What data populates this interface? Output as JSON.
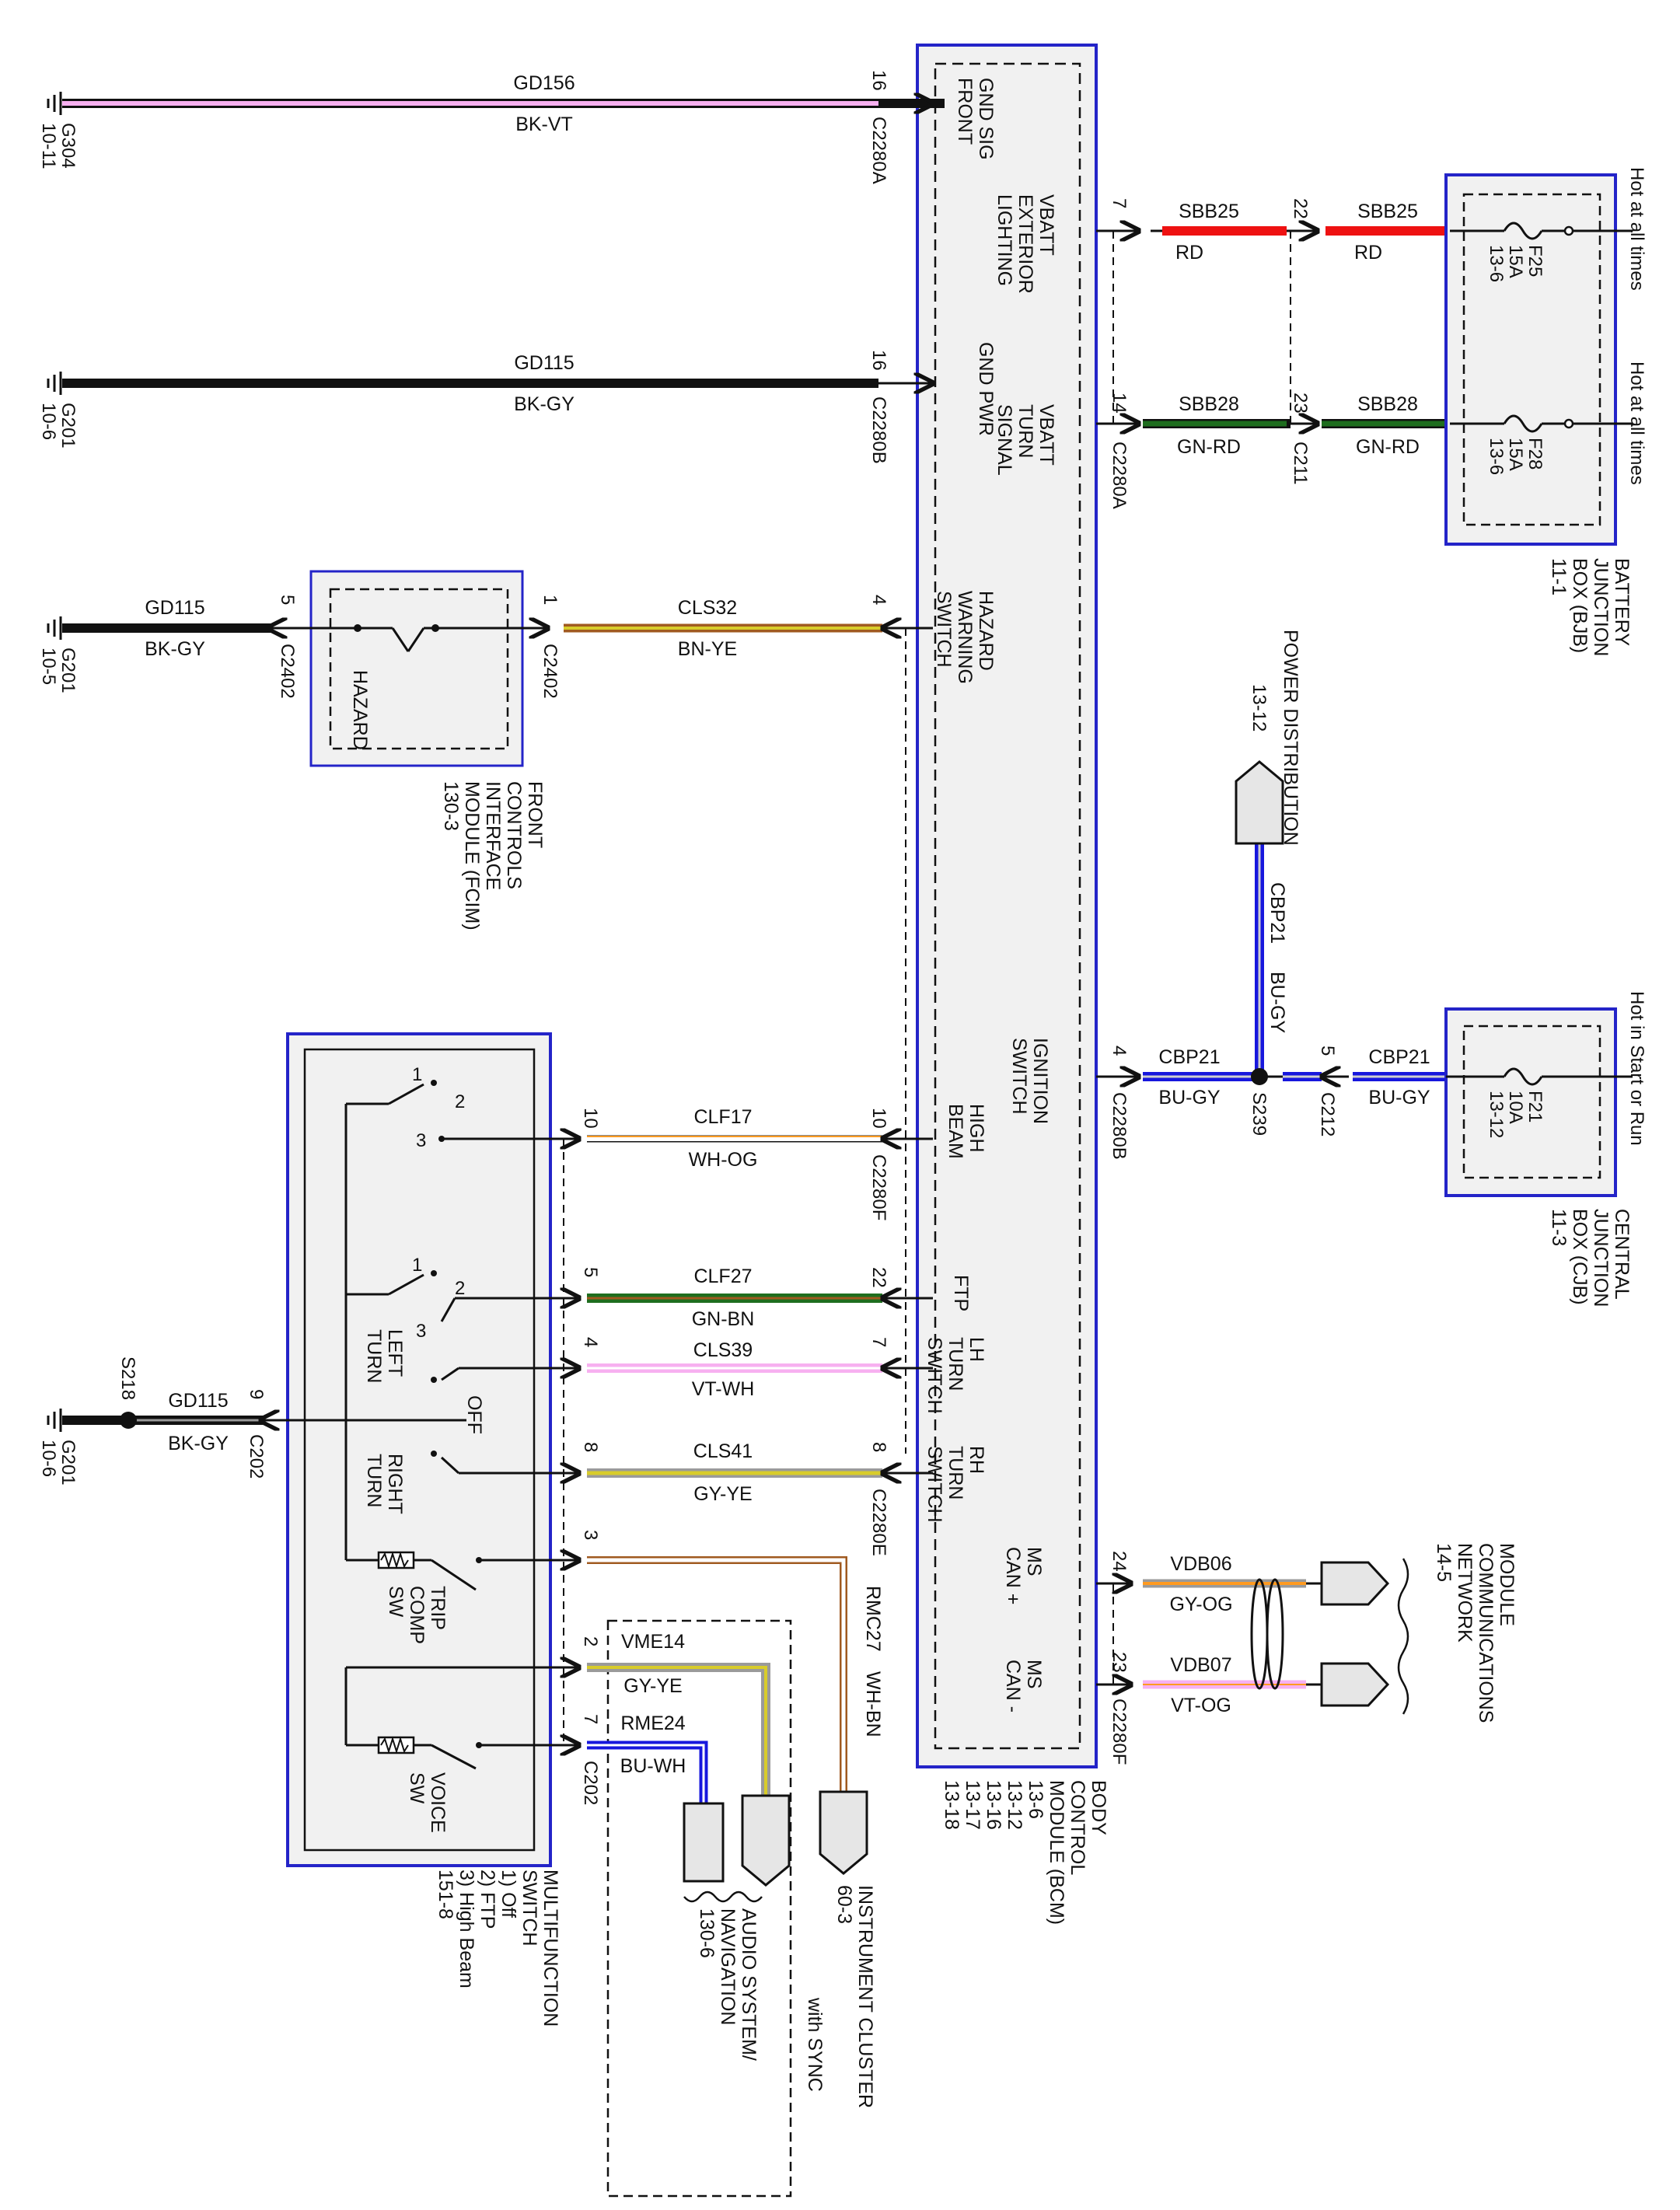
{
  "colors": {
    "module_border": "#2424c8",
    "module_fill": "#f1f1f1",
    "wire_black": "#101010",
    "wire_pink": "#f7b0f0",
    "wire_red": "#ee1111",
    "wire_green": "#1f6e1f",
    "wire_orange": "#ff9a20",
    "wire_blue": "#1717dd",
    "wire_gray": "#9a9a9a",
    "wire_yellow": "#d8cc2a",
    "wire_brown": "#a05a20",
    "wire_white": "#ffffff"
  },
  "wires": {
    "gd156": {
      "id": "GD156",
      "color": "BK-VT"
    },
    "gd115_top": {
      "id": "GD115",
      "color": "BK-GY"
    },
    "gd115_fcim": {
      "id": "GD115",
      "color": "BK-GY"
    },
    "gd115_mfs": {
      "id": "GD115",
      "color": "BK-GY"
    },
    "cls32": {
      "id": "CLS32",
      "color": "BN-YE"
    },
    "sbb25_a": {
      "id": "SBB25",
      "color": "RD"
    },
    "sbb25_b": {
      "id": "SBB25",
      "color": "RD"
    },
    "sbb28_a": {
      "id": "SBB28",
      "color": "GN-RD"
    },
    "sbb28_b": {
      "id": "SBB28",
      "color": "GN-RD"
    },
    "cbp21_a": {
      "id": "CBP21",
      "color": "BU-GY"
    },
    "cbp21_b": {
      "id": "CBP21",
      "color": "BU-GY"
    },
    "cbp21_v": {
      "id": "CBP21",
      "color": "BU-GY"
    },
    "clf17": {
      "id": "CLF17",
      "color": "WH-OG"
    },
    "clf27": {
      "id": "CLF27",
      "color": "GN-BN"
    },
    "cls39": {
      "id": "CLS39",
      "color": "VT-WH"
    },
    "cls41": {
      "id": "CLS41",
      "color": "GY-YE"
    },
    "rmc27": {
      "id": "RMC27",
      "color": "WH-BN"
    },
    "vme14": {
      "id": "VME14",
      "color": "GY-YE"
    },
    "rme24": {
      "id": "RME24",
      "color": "BU-WH"
    },
    "vdb06": {
      "id": "VDB06",
      "color": "GY-OG"
    },
    "vdb07": {
      "id": "VDB07",
      "color": "VT-OG"
    }
  },
  "grounds": {
    "g304": {
      "name": "G304",
      "page": "10-11"
    },
    "g201_top": {
      "name": "G201",
      "page": "10-6"
    },
    "g201_fcim": {
      "name": "G201",
      "page": "10-5"
    },
    "g201_mfs": {
      "name": "G201",
      "page": "10-6"
    }
  },
  "connectors": {
    "c2280a_top": "C2280A",
    "c2280b_top": "C2280B",
    "c2280a_right": "C2280A",
    "c211": "C211",
    "c2402_left": "C2402",
    "c2402_right": "C2402",
    "c2280b_ign": "C2280B",
    "c212": "C212",
    "c2280f_hb": "C2280F",
    "c2280e": "C2280E",
    "c2280f_can": "C2280F",
    "c202_gnd": "C202",
    "c202_sw": "C202"
  },
  "pins": {
    "gd156": "16",
    "gd115_top": "16",
    "sbb25_bcm": "7",
    "sbb25_c211": "22",
    "sbb28_bcm": "14",
    "sbb28_c211": "23",
    "fcim_c2402_gnd": "5",
    "fcim_c2402_out": "1",
    "cls32_bcm": "4",
    "cbp21_bcm": "4",
    "cbp21_c212": "5",
    "clf17_sw": "10",
    "clf17_bcm": "10",
    "clf27_sw": "5",
    "clf27_bcm": "22",
    "cls39_sw": "4",
    "cls39_bcm": "7",
    "cls41_sw": "8",
    "cls41_bcm": "8",
    "rmc27_sw": "3",
    "vme14_sw": "2",
    "rme24_sw": "7",
    "gd115_c202": "9",
    "vdb06": "24",
    "vdb07": "23",
    "hb_1": "1",
    "hb_2": "2",
    "hb_3": "3",
    "ftp_1": "1",
    "ftp_2": "2",
    "ftp_3": "3"
  },
  "splices": {
    "s239": "S239",
    "s218": "S218"
  },
  "bcm": {
    "pins": {
      "gnd_sig": [
        "GND SIG",
        "FRONT"
      ],
      "vbatt_ext": [
        "VBATT",
        "EXTERIOR",
        "LIGHTING"
      ],
      "gnd_pwr": [
        "GND PWR"
      ],
      "vbatt_turn": [
        "VBATT",
        "TURN",
        "SIGNAL"
      ],
      "hazard": [
        "HAZARD",
        "WARNING",
        "SWITCH"
      ],
      "ign": [
        "IGNITION",
        "SWITCH"
      ],
      "high_beam": [
        "HIGH",
        "BEAM"
      ],
      "ftp": [
        "FTP"
      ],
      "lh": [
        "LH",
        "TURN",
        "SWITCH"
      ],
      "rh": [
        "RH",
        "TURN",
        "SWITCH"
      ],
      "can_plus": [
        "MS",
        "CAN +"
      ],
      "can_minus": [
        "MS",
        "CAN -"
      ]
    },
    "title": [
      "BODY",
      "CONTROL",
      "MODULE (BCM)",
      "13-6",
      "13-12",
      "13-16",
      "13-17",
      "13-18"
    ]
  },
  "bjb": {
    "title": [
      "BATTERY",
      "JUNCTION",
      "BOX (BJB)",
      "11-1"
    ],
    "f25": [
      "F25",
      "15A",
      "13-6"
    ],
    "f28": [
      "F28",
      "15A",
      "13-6"
    ],
    "hot1": "Hot at all times",
    "hot2": "Hot at all times"
  },
  "cjb": {
    "title": [
      "CENTRAL",
      "JUNCTION",
      "BOX (CJB)",
      "11-3"
    ],
    "f21": [
      "F21",
      "10A",
      "13-12"
    ],
    "hot": "Hot in Start or Run"
  },
  "fcim": {
    "title": [
      "FRONT",
      "CONTROLS",
      "INTERFACE",
      "MODULE (FCIM)",
      "130-3"
    ],
    "switch": "HAZARD"
  },
  "mfs": {
    "title": [
      "MULTIFUNCTION",
      "SWITCH",
      "1) Off",
      "2) FTP",
      "3) High Beam",
      "151-8"
    ],
    "left_turn": [
      "LEFT",
      "TURN"
    ],
    "right_turn": [
      "RIGHT",
      "TURN"
    ],
    "off": "OFF",
    "trip": [
      "TRIP",
      "COMP",
      "SW"
    ],
    "voice": [
      "VOICE",
      "SW"
    ]
  },
  "power_dist": [
    "POWER DISTRIBUTION",
    "13-12"
  ],
  "mcn": [
    "MODULE",
    "COMMUNICATIONS",
    "NETWORK",
    "14-5"
  ],
  "instrument_cluster": [
    "INSTRUMENT CLUSTER",
    "60-3"
  ],
  "audio": [
    "AUDIO SYSTEM/",
    "NAVIGATION",
    "130-6"
  ],
  "with_sync": "with SYNC"
}
